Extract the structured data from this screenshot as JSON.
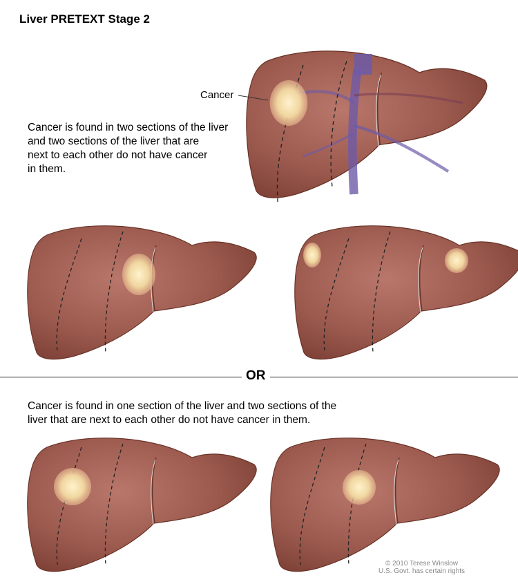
{
  "title": "Liver PRETEXT Stage 2",
  "cancer_label": "Cancer",
  "option1": {
    "description_lines": [
      "Cancer is found in two sections of the liver",
      "and two sections of the liver that are",
      "next to each other do not have cancer",
      "in them."
    ]
  },
  "separator": "OR",
  "option2": {
    "description_lines": [
      "Cancer is found in one section of the liver and two sections of the",
      "liver that are next to each other do not have cancer in them."
    ]
  },
  "credit": {
    "line1": "© 2010 Terese Winslow",
    "line2": "U.S. Govt. has certain rights"
  },
  "colors": {
    "liver": "#9c5a4e",
    "liver_dark": "#7d4036",
    "tumor": "#f0d6a0",
    "vessel": "#7a5aa8"
  }
}
